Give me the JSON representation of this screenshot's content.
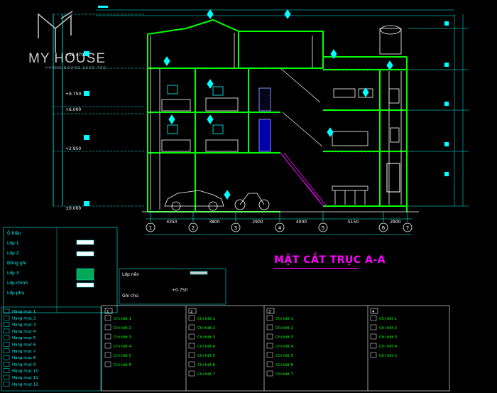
{
  "drawing": {
    "title": "MẶT CẮT TRỤC A-A",
    "grid_axes": [
      "1",
      "2",
      "3",
      "4",
      "5",
      "6",
      "7"
    ],
    "level_marks": [
      {
        "label": "+12.470",
        "y": 12.47
      },
      {
        "label": "+9.750",
        "y": 9.75
      },
      {
        "label": "+6.000",
        "y": 6.0
      },
      {
        "label": "+2.950",
        "y": 2.95
      },
      {
        "label": "±0.000",
        "y": 0.0
      }
    ],
    "dims_bottom": [
      "4350",
      "3800",
      "2900",
      "4000",
      "5150",
      "2900"
    ],
    "notes_left": [
      "Ô hiệu",
      "Lớp 1",
      "Lớp 2",
      "Đồng ghi",
      "Lớp 3",
      "Lớp chính",
      "Lớp phụ"
    ],
    "legend_center": {
      "lines": [
        "Lớp nền",
        "Ghi chú"
      ],
      "level": "+0.750"
    },
    "spec_blocks": [
      {
        "label": "1",
        "lines": [
          "Chi tiết 1",
          "Chi tiết 2",
          "Chi tiết 3",
          "Chi tiết 4",
          "Chi tiết 5",
          "Chi tiết 6"
        ]
      },
      {
        "label": "2",
        "lines": [
          "Chi tiết 1",
          "Chi tiết 2",
          "Chi tiết 3",
          "Chi tiết 4",
          "Chi tiết 5",
          "Chi tiết 6",
          "Chi tiết 7"
        ]
      },
      {
        "label": "3",
        "lines": [
          "Chi tiết 1",
          "Chi tiết 2",
          "Chi tiết 3",
          "Chi tiết 4",
          "Chi tiết 5",
          "Chi tiết 6",
          "Chi tiết 7"
        ]
      },
      {
        "label": "4",
        "lines": [
          "Chi tiết 1",
          "Chi tiết 2",
          "Chi tiết 3",
          "Chi tiết 4",
          "Chi tiết 5"
        ]
      }
    ],
    "left_legend": [
      "Hạng mục 1",
      "Hạng mục 2",
      "Hạng mục 3",
      "Hạng mục 4",
      "Hạng mục 5",
      "Hạng mục 6",
      "Hạng mục 7",
      "Hạng mục 8",
      "Hạng mục 9",
      "Hạng mục 10",
      "Hạng mục 11",
      "Hạng mục 12"
    ]
  },
  "watermark": {
    "brand": "MY HOUSE",
    "tagline": "KHÔNG NGỪNG SÁNG TẠO"
  },
  "colors": {
    "background": "#000000",
    "structure": "#00ff00",
    "walls": "#ffffff",
    "dimension": "#00ffff",
    "accent": "#ff00ff",
    "section_fill": "#0000ff"
  }
}
